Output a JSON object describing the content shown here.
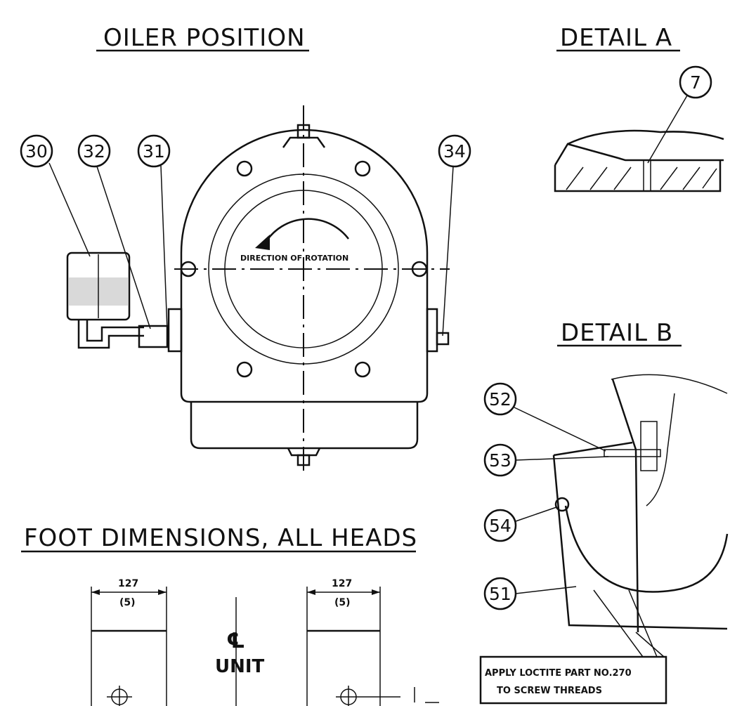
{
  "titles": {
    "oiler_position": "OILER POSITION",
    "detail_a": "DETAIL A",
    "detail_b": "DETAIL B",
    "foot_dimensions": "FOOT DIMENSIONS, ALL HEADS"
  },
  "callouts": {
    "c30": "30",
    "c32": "32",
    "c31": "31",
    "c34": "34",
    "c7": "7",
    "c52": "52",
    "c53": "53",
    "c54": "54",
    "c51": "51"
  },
  "rotation_label": "DIRECTION OF ROTATION",
  "foot": {
    "left_dim": "127",
    "left_dim_in": "(5)",
    "right_dim": "127",
    "right_dim_in": "(5)",
    "centerline_symbol": "℄",
    "unit_label": "UNIT"
  },
  "note": {
    "line1": "APPLY LOCTITE PART NO.270",
    "line2": "TO SCREW THREADS"
  }
}
